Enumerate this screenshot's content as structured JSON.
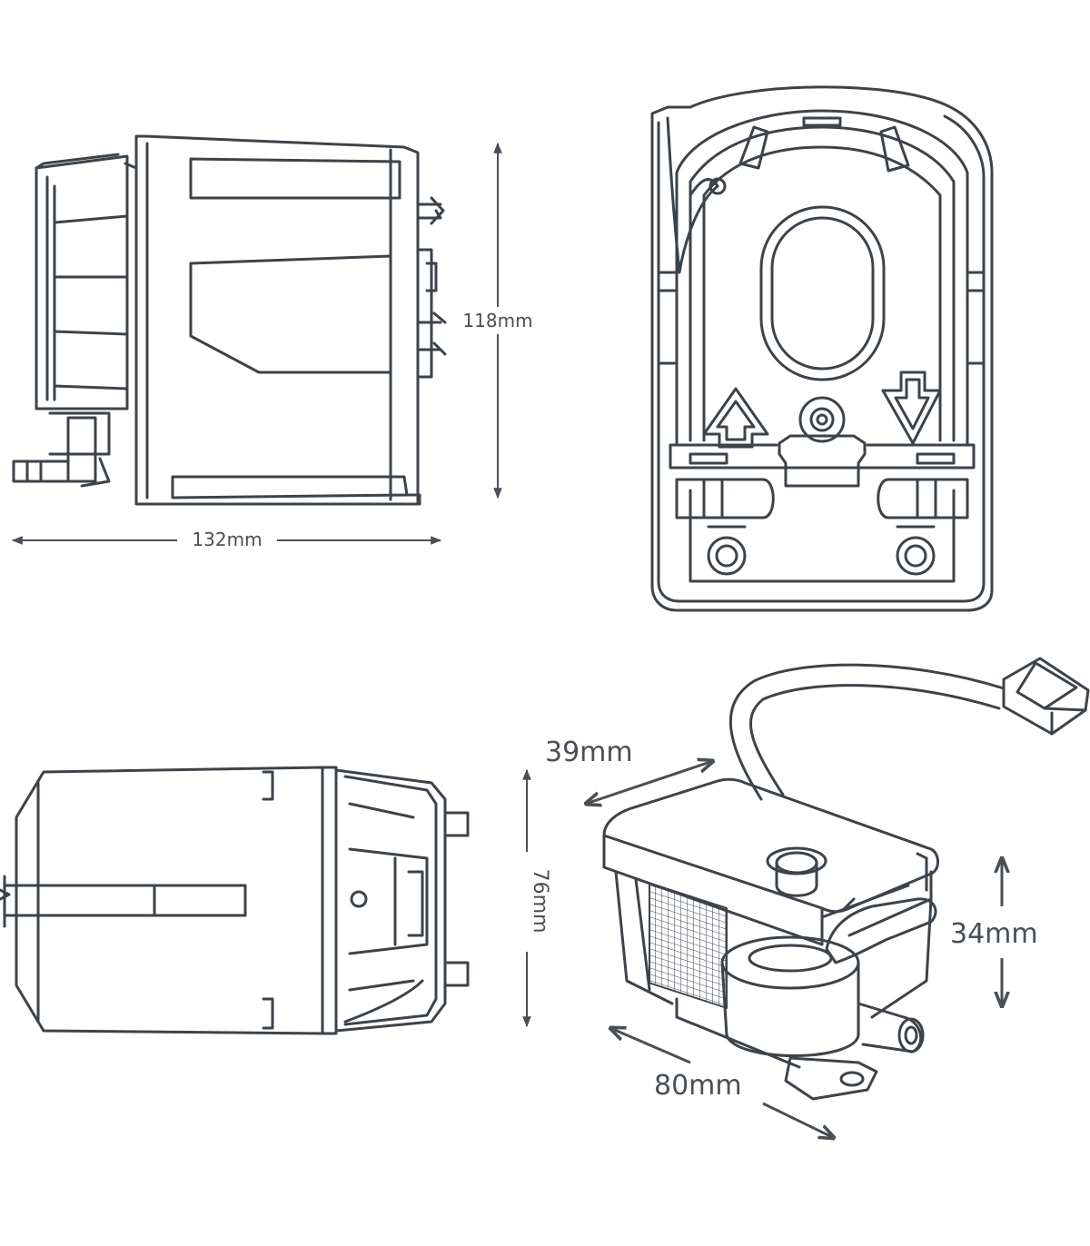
{
  "colors": {
    "line": "#3d4349",
    "dimension": "#4a4f55",
    "background": "#ffffff"
  },
  "dimensions": {
    "side_height": "118mm",
    "side_length": "132mm",
    "bottom_width": "76mm",
    "iso_depth": "39mm",
    "iso_height": "34mm",
    "iso_length": "80mm"
  }
}
